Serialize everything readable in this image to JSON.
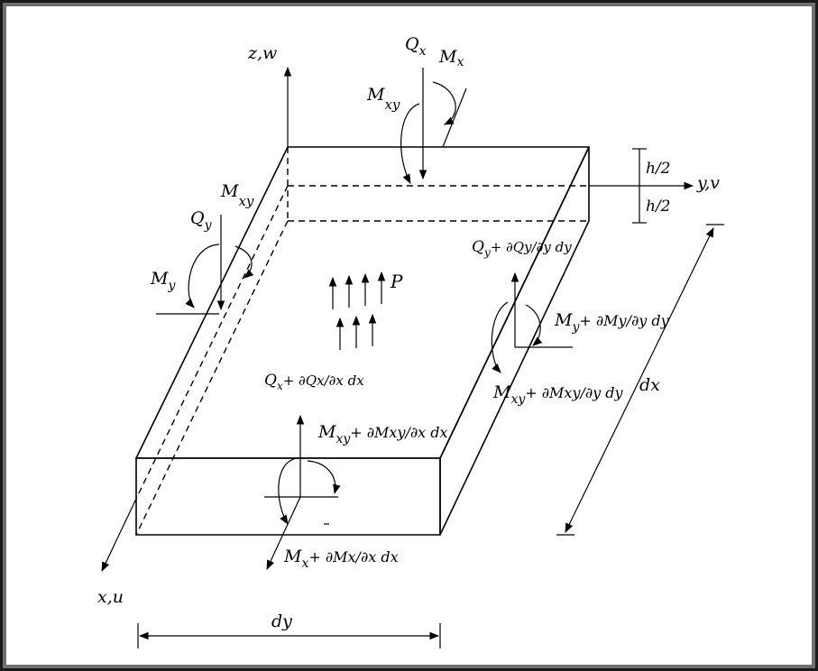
{
  "axes": {
    "z": "z,w",
    "y": "y,v",
    "x": "x,u"
  },
  "thickness": {
    "upper": "h/2",
    "lower": "h/2"
  },
  "dims": {
    "width": "dy",
    "length": "dx"
  },
  "load": {
    "pressure": "P"
  },
  "forces": {
    "qx_top": "Q",
    "qx_top_sub": "x",
    "mx_top": "M",
    "mx_top_sub": "x",
    "mxy_top": "M",
    "mxy_top_sub": "xy",
    "qy_left": "Q",
    "qy_left_sub": "y",
    "mxy_left": "M",
    "mxy_left_sub": "xy",
    "my_left": "M",
    "my_left_sub": "y",
    "qy_right": "Q",
    "qy_right_sub": "y",
    "qy_right_inc": "+ ∂Qy/∂y dy",
    "my_right": "M",
    "my_right_sub": "y",
    "my_right_inc": "+ ∂My/∂y dy",
    "mxy_right": "M",
    "mxy_right_sub": "xy",
    "mxy_right_inc": "+ ∂Mxy/∂y dy",
    "qx_front": "Q",
    "qx_front_sub": "x",
    "qx_front_inc": "+ ∂Qx/∂x dx",
    "mxy_front": "M",
    "mxy_front_sub": "xy",
    "mxy_front_inc": "+ ∂Mxy/∂x dx",
    "mx_front": "M",
    "mx_front_sub": "x",
    "mx_front_inc": "+ ∂Mx/∂x dx"
  }
}
